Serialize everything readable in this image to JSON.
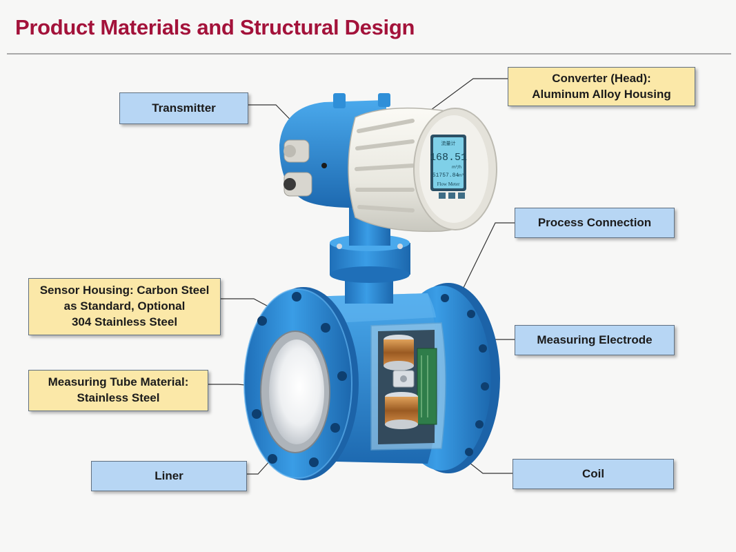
{
  "title": "Product Materials and Structural Design",
  "labels": {
    "transmitter": "Transmitter",
    "converter": "Converter (Head):\nAluminum Alloy Housing",
    "process_connection": "Process Connection",
    "sensor_housing": "Sensor Housing: Carbon Steel\nas Standard, Optional\n304 Stainless Steel",
    "measuring_electrode": "Measuring Electrode",
    "measuring_tube": "Measuring Tube Material:\nStainless Steel",
    "liner": "Liner",
    "coil": "Coil"
  },
  "display": {
    "top_text": "流量计",
    "reading": "168.51",
    "unit": "m³/h",
    "total": "51757.84",
    "total_unit": "m³",
    "brand": "Flow Meter"
  },
  "colors": {
    "title": "#a3123a",
    "body_blue": "#2f8fd8",
    "head_white": "#ecebe4",
    "label_blue": "#b7d6f4",
    "label_yellow": "#fbe8a8",
    "lcd": "#7fd0e8"
  }
}
